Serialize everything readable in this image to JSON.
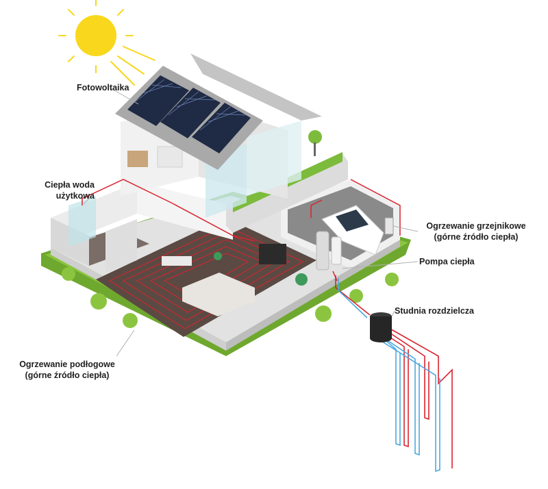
{
  "labels": {
    "photovoltaics": "Fotowoltaika",
    "hot_water_line1": "Ciepła woda",
    "hot_water_line2": "użytkowa",
    "radiator_line1": "Ogrzewanie grzejnikowe",
    "radiator_line2": "(górne źródło ciepła)",
    "heat_pump": "Pompa ciepła",
    "distribution_well": "Studnia rozdzielcza",
    "floor_line1": "Ogrzewanie podłogowe",
    "floor_line2": "(górne źródło ciepła)"
  },
  "colors": {
    "sun": "#f9d71c",
    "grass": "#8bc53f",
    "grass_dark": "#6fa82e",
    "wall": "#ececec",
    "wall_shade": "#cfcfcf",
    "floor": "#5a4a43",
    "solar_panel": "#1f2a44",
    "roof": "#a9a9a9",
    "hot_pipe": "#d9232e",
    "cold_pipe": "#4aa8e0",
    "leader_line": "#b0b0b0"
  }
}
